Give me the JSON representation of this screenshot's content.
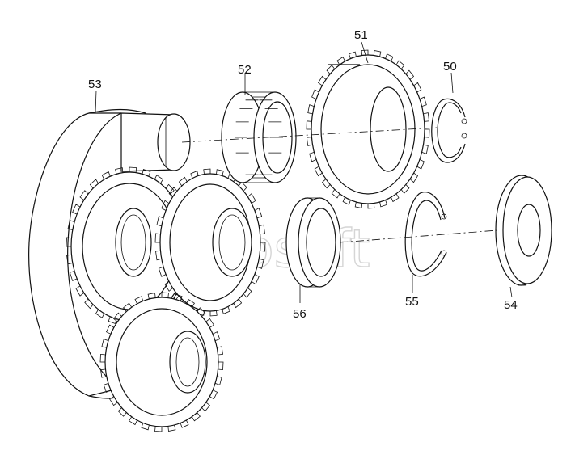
{
  "watermark": "Autosoft",
  "callouts": {
    "p50": "50",
    "p51": "51",
    "p52": "52",
    "p53": "53",
    "p54": "54",
    "p55": "55",
    "p56": "56"
  },
  "colors": {
    "ink": "#111111",
    "paper": "#ffffff",
    "watermark": "#c8c8c8"
  }
}
